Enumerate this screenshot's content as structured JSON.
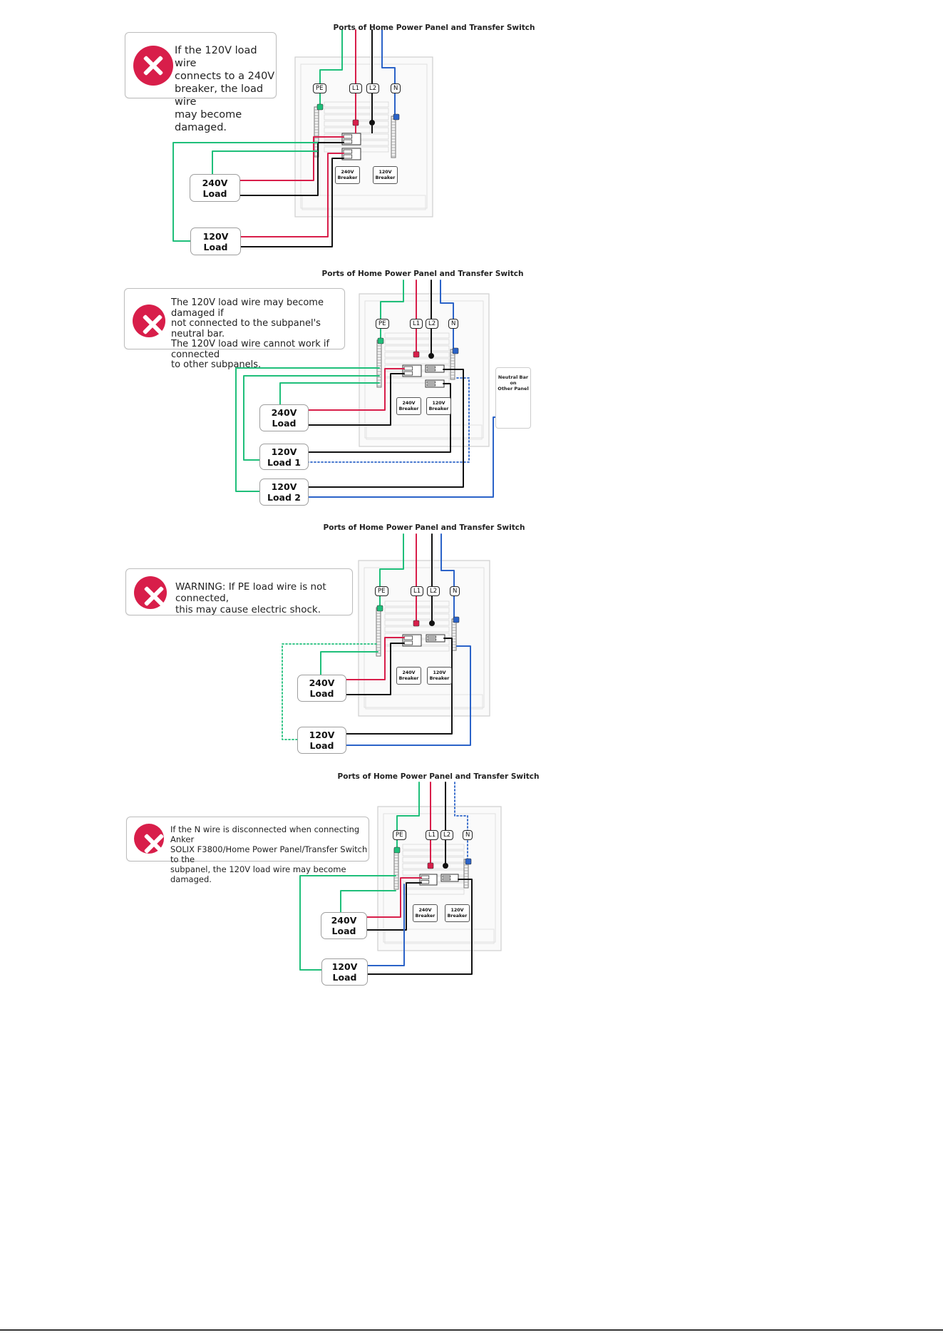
{
  "colors": {
    "pe": "#1fbf7a",
    "l1": "#d81e4a",
    "l2": "#111111",
    "n": "#2b63c8",
    "error": "#d81e4a"
  },
  "icons": {
    "error": "error-x-icon"
  },
  "ports": {
    "pe": "PE",
    "l1": "L1",
    "l2": "L2",
    "n": "N"
  },
  "breakers": {
    "b240": {
      "top": "240V",
      "bottom": "Breaker"
    },
    "b120": {
      "top": "120V",
      "bottom": "Breaker"
    }
  },
  "panels": [
    {
      "header": "Ports of Home Power Panel and Transfer Switch",
      "warning": "If the 120V load wire\nconnects to a 240V\nbreaker, the load wire\nmay become damaged.",
      "loads": [
        {
          "top": "240V",
          "bottom": "Load"
        },
        {
          "top": "120V",
          "bottom": "Load"
        }
      ]
    },
    {
      "header": "Ports of Home Power Panel and Transfer Switch",
      "warning": "The 120V load wire may become damaged if\nnot connected to the subpanel's neutral bar.\nThe 120V load wire cannot work if connected\nto other subpanels.",
      "loads": [
        {
          "top": "240V",
          "bottom": "Load"
        },
        {
          "top": "120V",
          "bottom": "Load 1"
        },
        {
          "top": "120V",
          "bottom": "Load 2"
        }
      ],
      "extra_label": "Neutral Bar on\nOther Panel"
    },
    {
      "header": "Ports of Home Power Panel and Transfer Switch",
      "warning": "WARNING: If PE load wire is not connected,\nthis may cause electric shock.",
      "loads": [
        {
          "top": "240V",
          "bottom": "Load"
        },
        {
          "top": "120V",
          "bottom": "Load"
        }
      ]
    },
    {
      "header": "Ports of Home Power Panel and Transfer Switch",
      "warning": "If the N wire is disconnected when connecting Anker\nSOLIX F3800/Home Power Panel/Transfer Switch to the\nsubpanel, the 120V load wire may become damaged.",
      "loads": [
        {
          "top": "240V",
          "bottom": "Load"
        },
        {
          "top": "120V",
          "bottom": "Load"
        }
      ]
    }
  ]
}
